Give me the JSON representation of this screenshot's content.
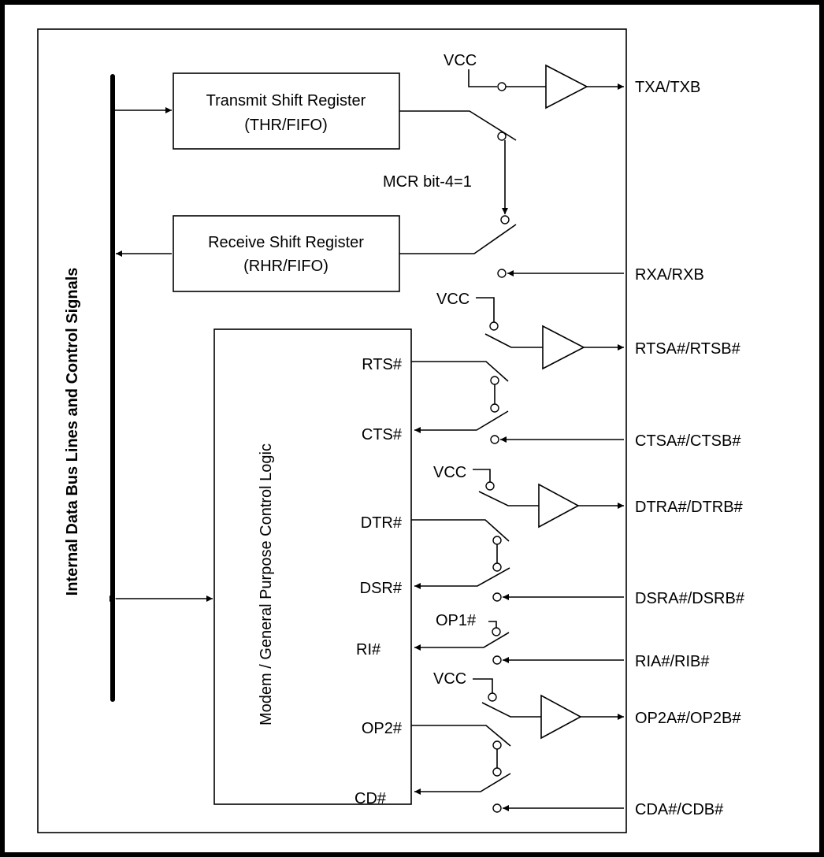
{
  "blocks": {
    "transmit": {
      "line1": "Transmit Shift Register",
      "line2": "(THR/FIFO)"
    },
    "receive": {
      "line1": "Receive Shift Register",
      "line2": "(RHR/FIFO)"
    },
    "control_logic": "Modem / General Purpose  Control Logic"
  },
  "bus_label": "Internal Data Bus Lines and Control Signals",
  "loopback_label": "MCR bit-4=1",
  "vcc_label": "VCC",
  "op1_label": "OP1#",
  "internal_signals": {
    "rts": "RTS#",
    "cts": "CTS#",
    "dtr": "DTR#",
    "dsr": "DSR#",
    "ri": "RI#",
    "op2": "OP2#",
    "cd": "CD#"
  },
  "pins": {
    "tx": "TXA/TXB",
    "rx": "RXA/RXB",
    "rts": "RTSA#/RTSB#",
    "cts": "CTSA#/CTSB#",
    "dtr": "DTRA#/DTRB#",
    "dsr": "DSRA#/DSRB#",
    "ri": "RIA#/RIB#",
    "op2": "OP2A#/OP2B#",
    "cd": "CDA#/CDB#"
  }
}
